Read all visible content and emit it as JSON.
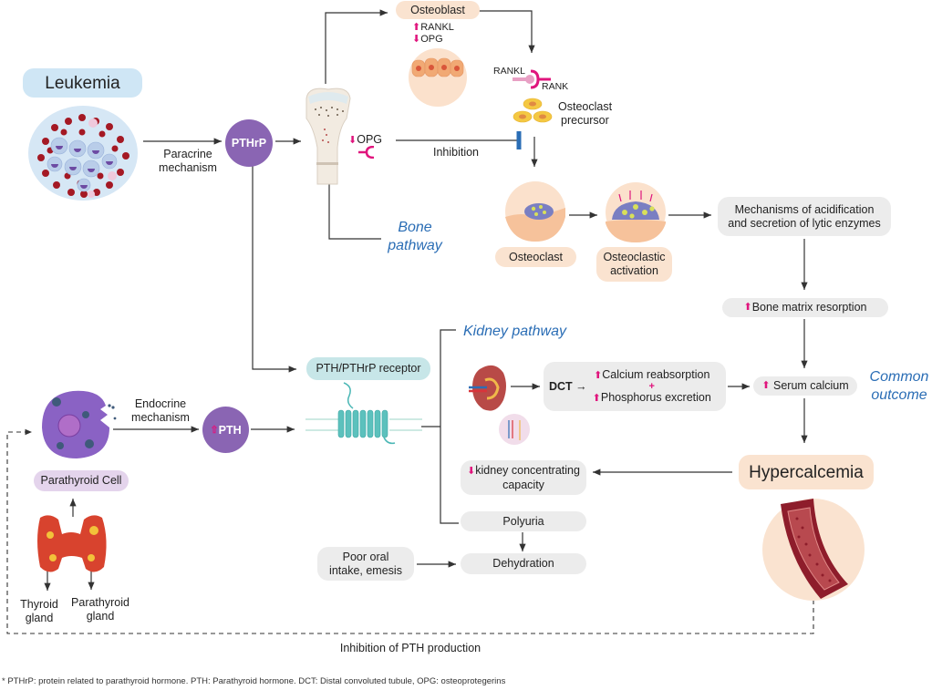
{
  "nodes": {
    "leukemia": "Leukemia",
    "paracrine": [
      "Paracrine",
      "mechanism"
    ],
    "pthrp": "PTHrP",
    "osteoblast": "Osteoblast",
    "osteoblast_markers": [
      {
        "dir": "up",
        "text": "RANKL"
      },
      {
        "dir": "down",
        "text": "OPG"
      }
    ],
    "rankl": "RANKL",
    "rank": "RANK",
    "osteoclast_precursor": [
      "Osteoclast",
      "precursor"
    ],
    "bone_opg": {
      "dir": "down",
      "text": "OPG"
    },
    "inhibition": "Inhibition",
    "bone_pathway": [
      "Bone",
      "pathway"
    ],
    "osteoclast": "Osteoclast",
    "osteoclastic_activation": [
      "Osteoclastic",
      "activation"
    ],
    "acidification": [
      "Mechanisms of acidification",
      "and secretion of lytic enzymes"
    ],
    "bone_matrix": {
      "dir": "up",
      "text": "Bone matrix resorption"
    },
    "kidney_pathway": "Kidney pathway",
    "receptor": "PTH/PTHrP receptor",
    "dct": "DCT →",
    "calcium_reabsorption": {
      "dir": "up",
      "text": "Calcium reabsorption"
    },
    "plus": "+",
    "phosphorus_excretion": {
      "dir": "up",
      "text": "Phosphorus excretion"
    },
    "serum_calcium": {
      "dir": "up",
      "text": "Serum calcium"
    },
    "common_outcome": [
      "Common",
      "outcome"
    ],
    "endocrine": [
      "Endocrine",
      "mechanism"
    ],
    "pth": {
      "dir": "up",
      "text": "PTH"
    },
    "parathyroid_cell": "Parathyroid Cell",
    "thyroid_gland": [
      "Thyroid",
      "gland"
    ],
    "parathyroid_gland": [
      "Parathyroid",
      "gland"
    ],
    "hypercalcemia": "Hypercalcemia",
    "kidney_concentrating": {
      "dir": "down",
      "text": "kidney concentrating",
      "line2": "capacity"
    },
    "polyuria": "Polyuria",
    "poor_oral": [
      "Poor oral",
      "intake, emesis"
    ],
    "dehydration": "Dehydration",
    "inhibition_pth": "Inhibition of PTH production"
  },
  "footnote": "* PTHrP: protein related to parathyroid hormone. PTH: Parathyroid hormone. DCT: Distal convoluted tubule, OPG: osteoprotegerins",
  "colors": {
    "accent_arrow": "#e0157d",
    "pathway_label": "#2a6db5",
    "node_purple": "#8a65b3"
  }
}
